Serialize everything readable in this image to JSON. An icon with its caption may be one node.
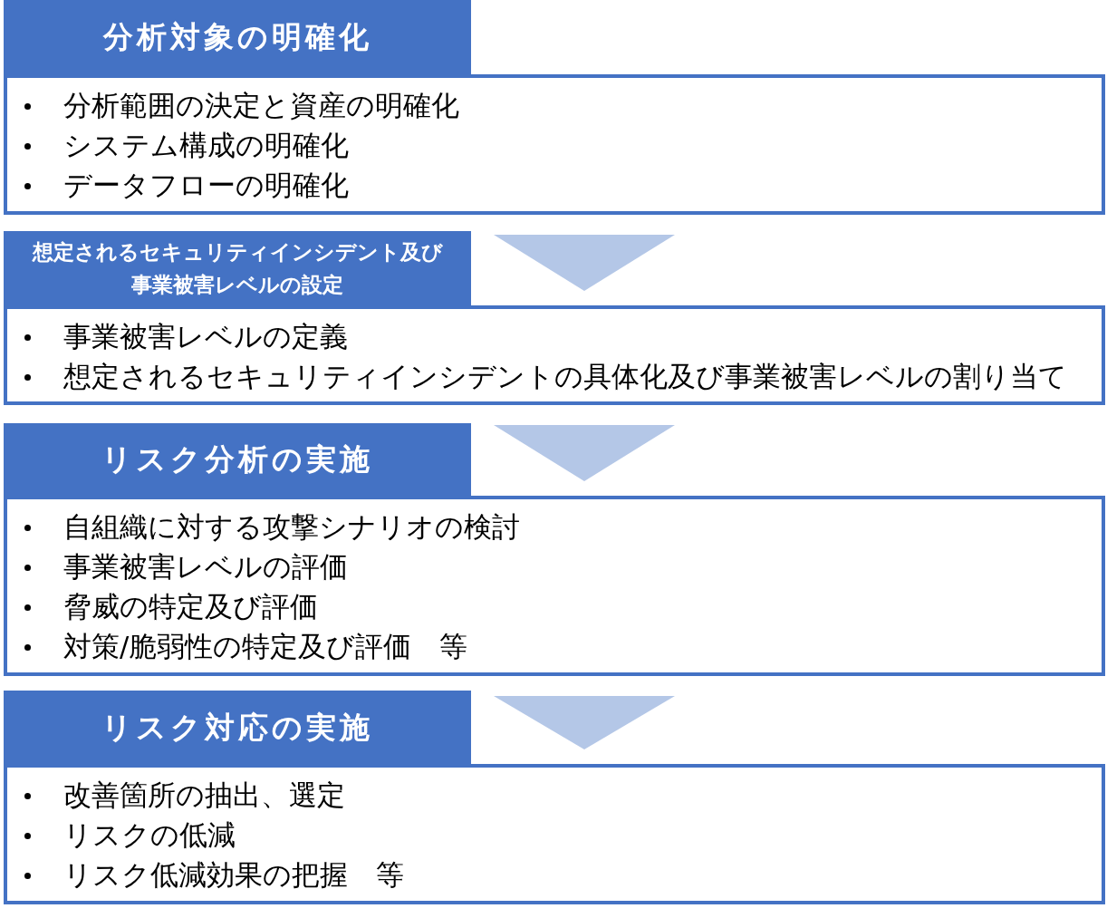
{
  "diagram": {
    "nodes": [
      {
        "text": [
          "分析対象の明確化"
        ]
      },
      {
        "text": [
          "分析範囲の決定と資産の明確化",
          "システム構成の明確化",
          "データフローの明確化"
        ]
      },
      {
        "text": [
          "想定されるセキュリティインシデント及び事業被害レベルの設定"
        ]
      },
      {
        "text": [
          "事業被害レベルの定義",
          "想定されるセキュリティインシデントの具体化及び事業被害レベルの割り当て"
        ]
      },
      {
        "text": [
          "リスク分析の実施"
        ]
      },
      {
        "text": [
          "自組織に対する攻撃シナリオの検討",
          "事業被害レベルの評価",
          "脅威の特定及び評価",
          "対策/脆弱性の特定及び評価　等"
        ]
      },
      {
        "text": [
          "リスク対応の実施"
        ]
      },
      {
        "text": [
          "改善箇所の抽出、選定",
          "リスクの低減",
          "リスク低減効果の把握　等"
        ]
      }
    ],
    "edges": [
      {
        "from": 1,
        "to": 3,
        "arrow": "to"
      },
      {
        "from": 3,
        "to": 5,
        "arrow": "to"
      },
      {
        "from": 5,
        "to": 7,
        "arrow": "to"
      }
    ]
  }
}
